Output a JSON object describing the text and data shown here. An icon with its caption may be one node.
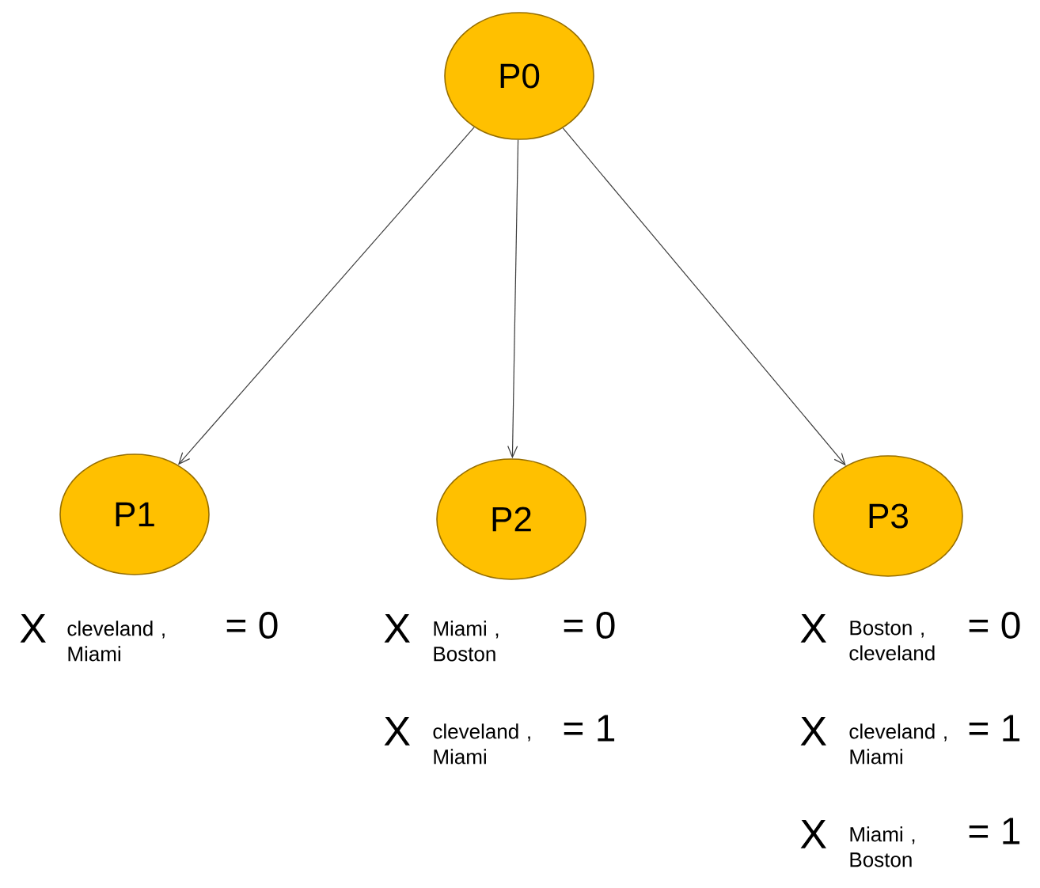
{
  "diagram": {
    "nodes": [
      {
        "text": [
          "P0"
        ]
      },
      {
        "text": [
          "P1"
        ],
        "beside": [
          "X",
          "cleveland , Miami",
          "= 0"
        ]
      },
      {
        "text": [
          "P2"
        ],
        "beside": [
          "X",
          "Miami , Boston",
          "= 0",
          "X",
          "cleveland , Miami",
          "= 1"
        ]
      },
      {
        "text": [
          "P3"
        ],
        "beside": [
          "X",
          "Boston , cleveland",
          "= 0",
          "X",
          "cleveland , Miami",
          "= 1",
          "X",
          "Miami , Boston",
          "= 1"
        ]
      }
    ],
    "edges": [
      {
        "from": 0,
        "to": 1,
        "arrow": "to"
      },
      {
        "from": 0,
        "to": 2,
        "arrow": "to"
      },
      {
        "from": 0,
        "to": 3,
        "arrow": "to"
      }
    ]
  }
}
